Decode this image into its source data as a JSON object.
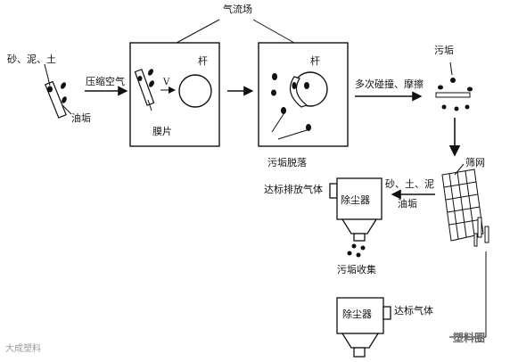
{
  "labels": {
    "air_field": "气流场",
    "sand_mud_soil_left": "砂、泥、土",
    "oil_stain": "油垢",
    "compressed_air": "压缩空气",
    "velocity": "V",
    "rod_1": "杆",
    "rod_2": "杆",
    "membrane": "膜片",
    "dirt_falling": "污垢脱落",
    "collision_friction": "多次碰撞、摩擦",
    "dirt_right": "污垢",
    "screen": "筛网",
    "sand_soil_mud_right": "砂、土、泥",
    "oil_stain_right": "油垢",
    "emission_gas_top": "达标排放气体",
    "dust_collector_top": "除尘器",
    "dirt_collection": "污垢收集",
    "dust_collector_bottom": "除尘器",
    "standard_gas": "达标气体"
  },
  "watermarks": {
    "left": "大成塑料",
    "right": "塑料圈"
  },
  "colors": {
    "ink": "#111111",
    "watermark": "#9a9a9a"
  }
}
